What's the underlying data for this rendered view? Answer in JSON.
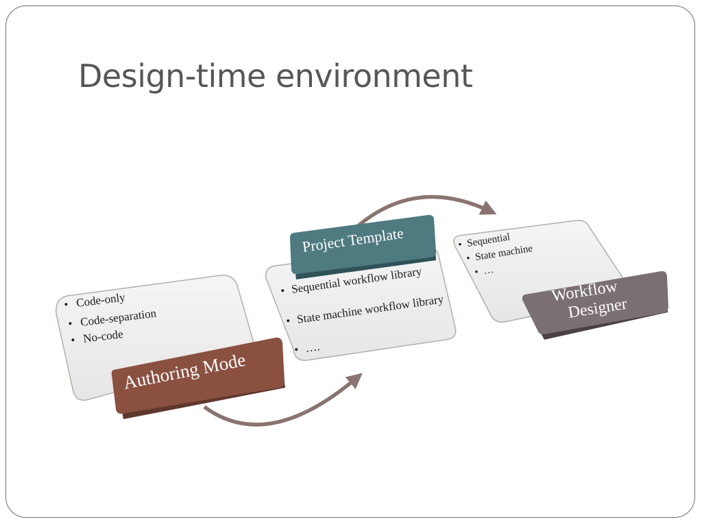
{
  "slide": {
    "title": "Design-time environment"
  },
  "diagram": {
    "steps": [
      {
        "label": "Authoring Mode",
        "color": "#8a5040",
        "bullets": [
          "Code-only",
          "Code-separation",
          "No-code"
        ]
      },
      {
        "label": "Project Template",
        "color": "#4e7a80",
        "bullets": [
          "Sequential workflow library",
          "State machine workflow library",
          "…."
        ]
      },
      {
        "label_lines": [
          "Workflow",
          "Designer"
        ],
        "color": "#7b7071",
        "bullets": [
          "Sequential",
          "State machine",
          "…"
        ]
      }
    ],
    "arrow_color": "#8a7470",
    "card_fill": "#f0f0f0",
    "card_stroke": "#a8b4a6",
    "bullet_glyph": "•"
  }
}
